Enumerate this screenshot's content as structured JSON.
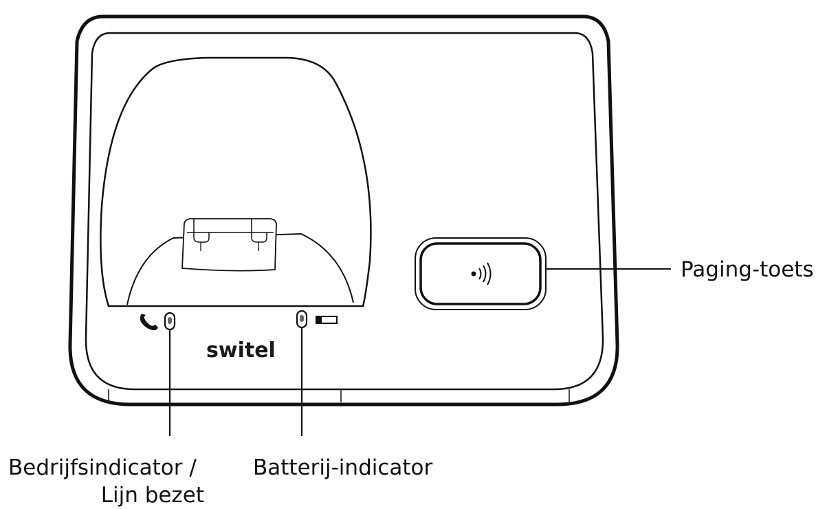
{
  "brand": {
    "logo_text": "switel"
  },
  "labels": {
    "paging_key": "Paging-toets",
    "power_line_indicator_line1": "Bedrijfsindicator /",
    "power_line_indicator_line2": "Lijn bezet",
    "battery_indicator": "Batterij-indicator"
  },
  "icons": {
    "paging_button_icon": "paging-signal-icon",
    "power_led_icon": "phone-handset-icon",
    "battery_led_icon": "battery-icon"
  },
  "colors": {
    "outline": "#111111",
    "background": "#ffffff"
  }
}
